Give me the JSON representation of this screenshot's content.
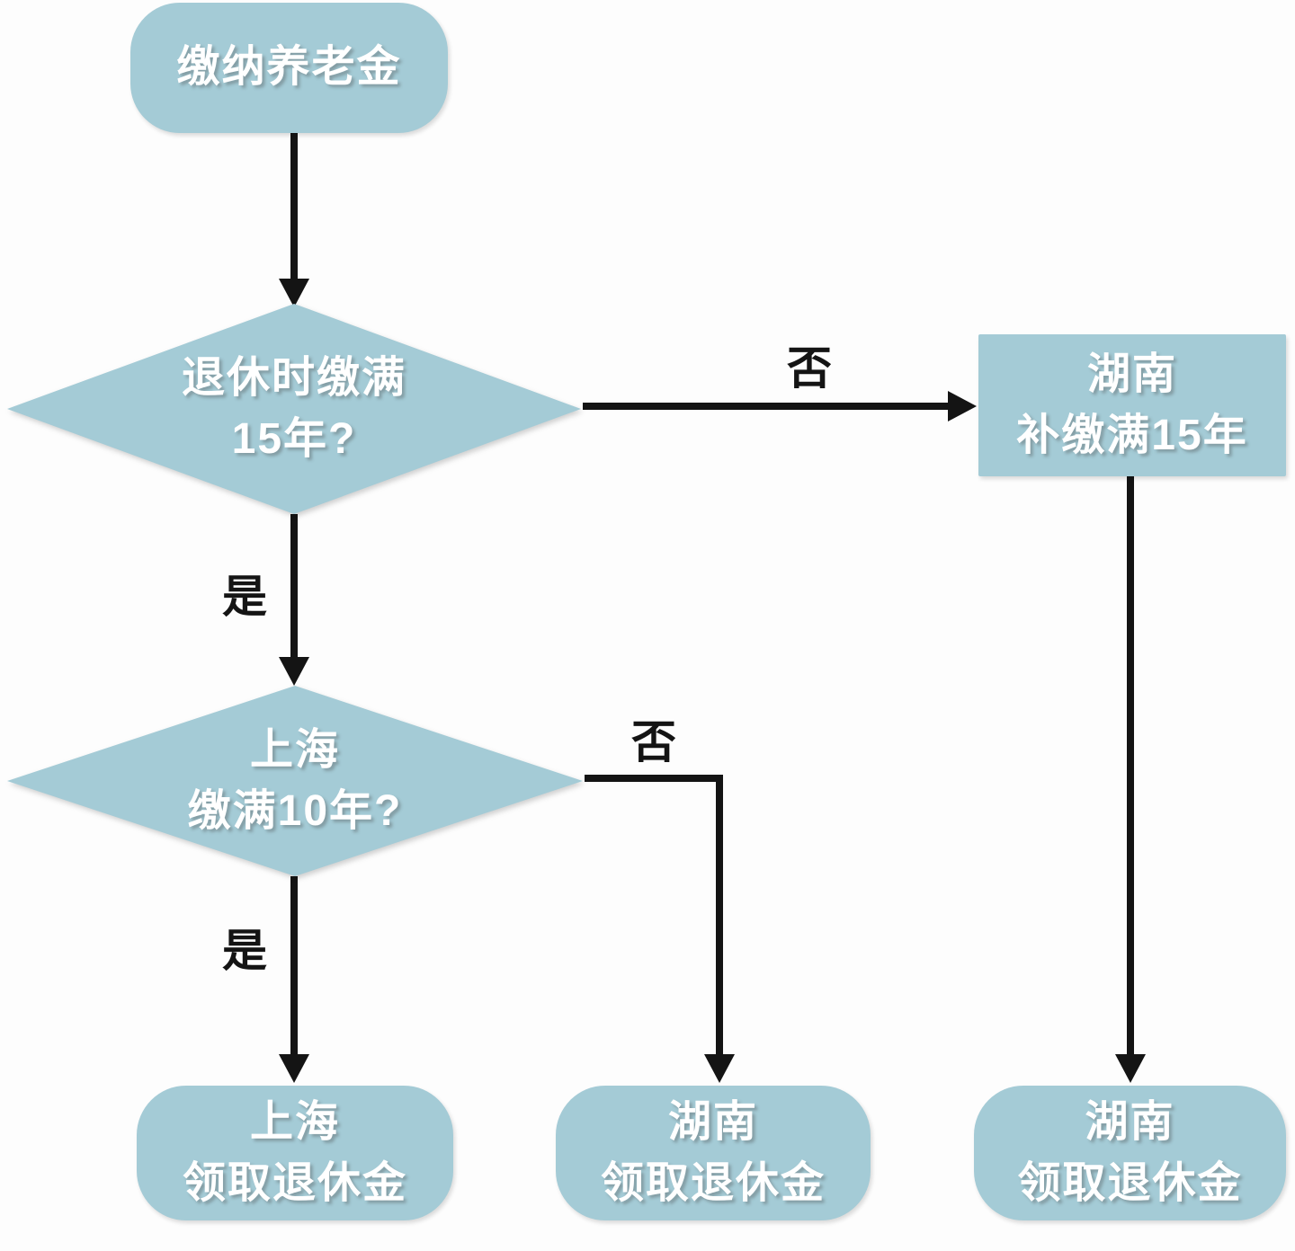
{
  "colors": {
    "node_fill": "#a4cbd6",
    "node_text": "#ffffff",
    "connector": "#141414",
    "edge_label_text": "#141414",
    "background": "#fdfdfd"
  },
  "nodes": {
    "start": {
      "line1": "缴纳养老金"
    },
    "decision_retire_15y": {
      "line1": "退休时缴满",
      "line2": "15年?"
    },
    "hunan_backpay_15y": {
      "line1": "湖南",
      "line2": "补缴满15年"
    },
    "decision_shanghai_10y": {
      "line1": "上海",
      "line2": "缴满10年?"
    },
    "shanghai_pension": {
      "line1": "上海",
      "line2": "领取退休金"
    },
    "hunan_pension_mid": {
      "line1": "湖南",
      "line2": "领取退休金"
    },
    "hunan_pension_right": {
      "line1": "湖南",
      "line2": "领取退休金"
    }
  },
  "edge_labels": {
    "no_to_backpay": "否",
    "yes_to_shanghai_decision": "是",
    "no_to_hunan_mid": "否",
    "yes_to_shanghai_pension": "是"
  }
}
